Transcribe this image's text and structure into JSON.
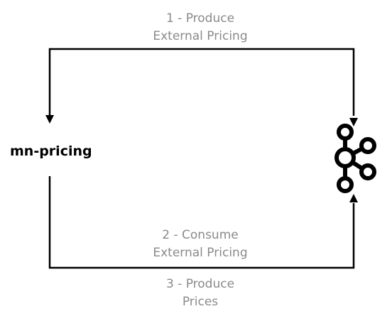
{
  "nodes": {
    "service": "mn-pricing",
    "broker_icon": "kafka-icon"
  },
  "edges": [
    {
      "step": "1 - Produce",
      "topic": "External Pricing"
    },
    {
      "step": "2 - Consume",
      "topic": "External Pricing"
    },
    {
      "step": "3 - Produce",
      "topic": "Prices"
    }
  ],
  "colors": {
    "line": "#000000",
    "label": "#8a8a8a",
    "node_text": "#000000"
  }
}
